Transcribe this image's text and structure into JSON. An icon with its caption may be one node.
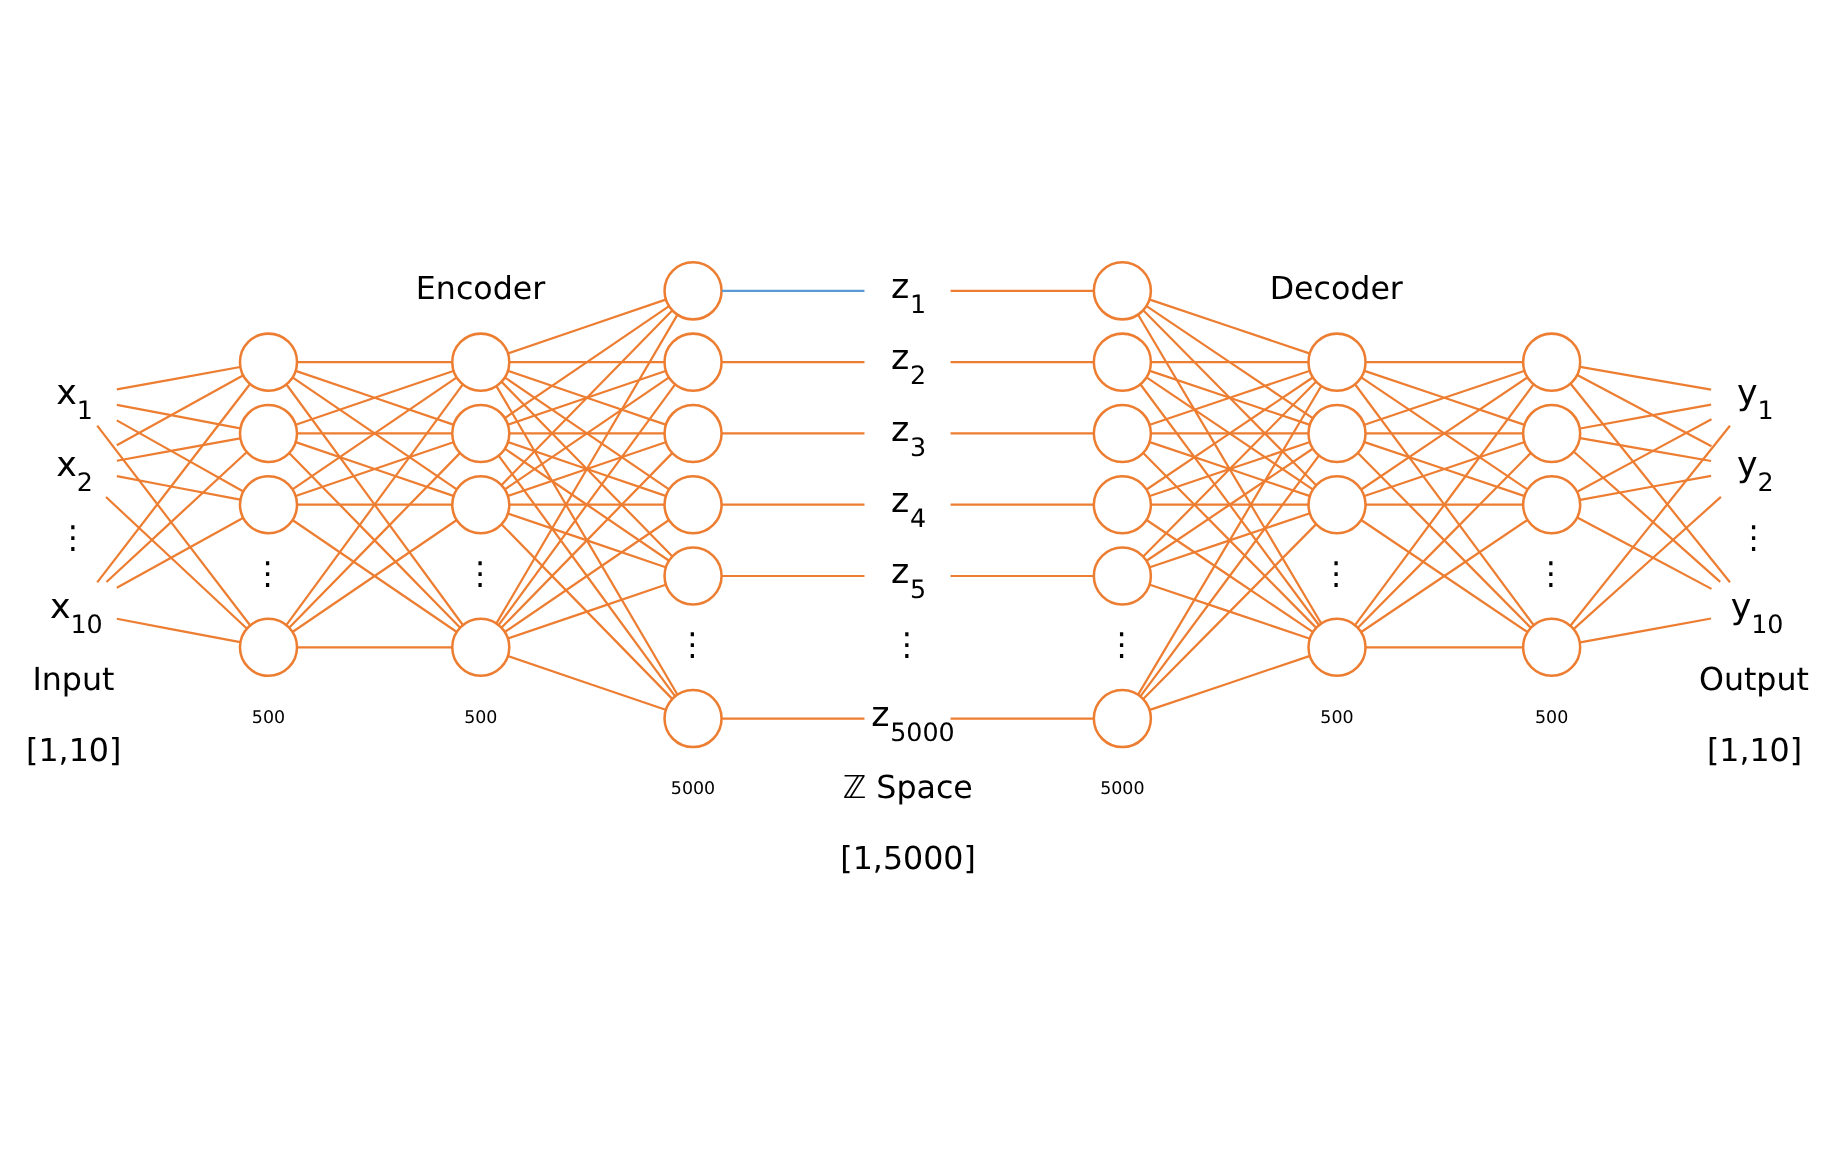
{
  "diagram": {
    "nodes": [
      {
        "text": [
          "x$_{1}$"
        ]
      },
      {
        "text": [
          "x$_{2}$"
        ]
      },
      {
        "text": [
          "x$_{10}$"
        ]
      },
      {
        "text": [],
        "shape": "circle"
      },
      {
        "text": [],
        "shape": "circle"
      },
      {
        "text": [],
        "shape": "circle"
      },
      {
        "text": [],
        "shape": "circle"
      },
      {
        "text": [],
        "shape": "circle"
      },
      {
        "text": [],
        "shape": "circle"
      },
      {
        "text": [],
        "shape": "circle"
      },
      {
        "text": [],
        "shape": "circle"
      },
      {
        "text": [],
        "shape": "circle"
      },
      {
        "text": [],
        "shape": "circle"
      },
      {
        "text": [],
        "shape": "circle"
      },
      {
        "text": [],
        "shape": "circle"
      },
      {
        "text": [],
        "shape": "circle"
      },
      {
        "text": [],
        "shape": "circle"
      },
      {
        "text": [
          "z$_{1}$"
        ]
      },
      {
        "text": [
          "z$_{2}$"
        ]
      },
      {
        "text": [
          "z$_{3}$"
        ]
      },
      {
        "text": [
          "z$_{4}$"
        ]
      },
      {
        "text": [
          "z$_{5}$"
        ]
      },
      {
        "text": [
          "z$_{5000}$"
        ]
      },
      {
        "text": [],
        "shape": "circle"
      },
      {
        "text": [],
        "shape": "circle"
      },
      {
        "text": [],
        "shape": "circle"
      },
      {
        "text": [],
        "shape": "circle"
      },
      {
        "text": [],
        "shape": "circle"
      },
      {
        "text": [],
        "shape": "circle"
      },
      {
        "text": [],
        "shape": "circle"
      },
      {
        "text": [],
        "shape": "circle"
      },
      {
        "text": [],
        "shape": "circle"
      },
      {
        "text": [],
        "shape": "circle"
      },
      {
        "text": [],
        "shape": "circle"
      },
      {
        "text": [],
        "shape": "circle"
      },
      {
        "text": [],
        "shape": "circle"
      },
      {
        "text": [],
        "shape": "circle"
      },
      {
        "text": [
          "y$_{1}$"
        ]
      },
      {
        "text": [
          "y$_{2}$"
        ]
      },
      {
        "text": [
          "y$_{10}$"
        ]
      }
    ],
    "edges": [
      {
        "from": 0,
        "to": 3,
        "arrow": "none"
      },
      {
        "from": 0,
        "to": 4,
        "arrow": "none"
      },
      {
        "from": 0,
        "to": 5,
        "arrow": "none"
      },
      {
        "from": 0,
        "to": 6,
        "arrow": "none"
      },
      {
        "from": 1,
        "to": 3,
        "arrow": "none"
      },
      {
        "from": 1,
        "to": 4,
        "arrow": "none"
      },
      {
        "from": 1,
        "to": 5,
        "arrow": "none"
      },
      {
        "from": 1,
        "to": 6,
        "arrow": "none"
      },
      {
        "from": 2,
        "to": 3,
        "arrow": "none"
      },
      {
        "from": 2,
        "to": 4,
        "arrow": "none"
      },
      {
        "from": 2,
        "to": 5,
        "arrow": "none"
      },
      {
        "from": 2,
        "to": 6,
        "arrow": "none"
      },
      {
        "from": 3,
        "to": 7,
        "arrow": "none"
      },
      {
        "from": 3,
        "to": 8,
        "arrow": "none"
      },
      {
        "from": 3,
        "to": 9,
        "arrow": "none"
      },
      {
        "from": 3,
        "to": 10,
        "arrow": "none"
      },
      {
        "from": 4,
        "to": 7,
        "arrow": "none"
      },
      {
        "from": 4,
        "to": 8,
        "arrow": "none"
      },
      {
        "from": 4,
        "to": 9,
        "arrow": "none"
      },
      {
        "from": 4,
        "to": 10,
        "arrow": "none"
      },
      {
        "from": 5,
        "to": 7,
        "arrow": "none"
      },
      {
        "from": 5,
        "to": 8,
        "arrow": "none"
      },
      {
        "from": 5,
        "to": 9,
        "arrow": "none"
      },
      {
        "from": 5,
        "to": 10,
        "arrow": "none"
      },
      {
        "from": 6,
        "to": 7,
        "arrow": "none"
      },
      {
        "from": 6,
        "to": 8,
        "arrow": "none"
      },
      {
        "from": 6,
        "to": 9,
        "arrow": "none"
      },
      {
        "from": 6,
        "to": 10,
        "arrow": "none"
      },
      {
        "from": 7,
        "to": 11,
        "arrow": "none"
      },
      {
        "from": 7,
        "to": 12,
        "arrow": "none"
      },
      {
        "from": 7,
        "to": 13,
        "arrow": "none"
      },
      {
        "from": 7,
        "to": 14,
        "arrow": "none"
      },
      {
        "from": 7,
        "to": 15,
        "arrow": "none"
      },
      {
        "from": 7,
        "to": 16,
        "arrow": "none"
      },
      {
        "from": 8,
        "to": 11,
        "arrow": "none"
      },
      {
        "from": 8,
        "to": 12,
        "arrow": "none"
      },
      {
        "from": 8,
        "to": 13,
        "arrow": "none"
      },
      {
        "from": 8,
        "to": 14,
        "arrow": "none"
      },
      {
        "from": 8,
        "to": 15,
        "arrow": "none"
      },
      {
        "from": 8,
        "to": 16,
        "arrow": "none"
      },
      {
        "from": 9,
        "to": 11,
        "arrow": "none"
      },
      {
        "from": 9,
        "to": 12,
        "arrow": "none"
      },
      {
        "from": 9,
        "to": 13,
        "arrow": "none"
      },
      {
        "from": 9,
        "to": 14,
        "arrow": "none"
      },
      {
        "from": 9,
        "to": 15,
        "arrow": "none"
      },
      {
        "from": 9,
        "to": 16,
        "arrow": "none"
      },
      {
        "from": 10,
        "to": 11,
        "arrow": "none"
      },
      {
        "from": 10,
        "to": 12,
        "arrow": "none"
      },
      {
        "from": 10,
        "to": 13,
        "arrow": "none"
      },
      {
        "from": 10,
        "to": 14,
        "arrow": "none"
      },
      {
        "from": 10,
        "to": 15,
        "arrow": "none"
      },
      {
        "from": 10,
        "to": 16,
        "arrow": "none"
      },
      {
        "from": 11,
        "to": 17,
        "arrow": "none",
        "color": "#5b9bd5"
      },
      {
        "from": 12,
        "to": 18,
        "arrow": "none"
      },
      {
        "from": 13,
        "to": 19,
        "arrow": "none"
      },
      {
        "from": 14,
        "to": 20,
        "arrow": "none"
      },
      {
        "from": 15,
        "to": 21,
        "arrow": "none"
      },
      {
        "from": 16,
        "to": 22,
        "arrow": "none"
      },
      {
        "from": 17,
        "to": 23,
        "arrow": "none"
      },
      {
        "from": 18,
        "to": 24,
        "arrow": "none"
      },
      {
        "from": 19,
        "to": 25,
        "arrow": "none"
      },
      {
        "from": 20,
        "to": 26,
        "arrow": "none"
      },
      {
        "from": 21,
        "to": 27,
        "arrow": "none"
      },
      {
        "from": 22,
        "to": 28,
        "arrow": "none"
      },
      {
        "from": 23,
        "to": 29,
        "arrow": "none"
      },
      {
        "from": 23,
        "to": 30,
        "arrow": "none"
      },
      {
        "from": 23,
        "to": 31,
        "arrow": "none"
      },
      {
        "from": 23,
        "to": 32,
        "arrow": "none"
      },
      {
        "from": 24,
        "to": 29,
        "arrow": "none"
      },
      {
        "from": 24,
        "to": 30,
        "arrow": "none"
      },
      {
        "from": 24,
        "to": 31,
        "arrow": "none"
      },
      {
        "from": 24,
        "to": 32,
        "arrow": "none"
      },
      {
        "from": 25,
        "to": 29,
        "arrow": "none"
      },
      {
        "from": 25,
        "to": 30,
        "arrow": "none"
      },
      {
        "from": 25,
        "to": 31,
        "arrow": "none"
      },
      {
        "from": 25,
        "to": 32,
        "arrow": "none"
      },
      {
        "from": 26,
        "to": 29,
        "arrow": "none"
      },
      {
        "from": 26,
        "to": 30,
        "arrow": "none"
      },
      {
        "from": 26,
        "to": 31,
        "arrow": "none"
      },
      {
        "from": 26,
        "to": 32,
        "arrow": "none"
      },
      {
        "from": 27,
        "to": 29,
        "arrow": "none"
      },
      {
        "from": 27,
        "to": 30,
        "arrow": "none"
      },
      {
        "from": 27,
        "to": 31,
        "arrow": "none"
      },
      {
        "from": 27,
        "to": 32,
        "arrow": "none"
      },
      {
        "from": 28,
        "to": 29,
        "arrow": "none"
      },
      {
        "from": 28,
        "to": 30,
        "arrow": "none"
      },
      {
        "from": 28,
        "to": 31,
        "arrow": "none"
      },
      {
        "from": 28,
        "to": 32,
        "arrow": "none"
      },
      {
        "from": 29,
        "to": 33,
        "arrow": "none"
      },
      {
        "from": 29,
        "to": 34,
        "arrow": "none"
      },
      {
        "from": 29,
        "to": 35,
        "arrow": "none"
      },
      {
        "from": 29,
        "to": 36,
        "arrow": "none"
      },
      {
        "from": 30,
        "to": 33,
        "arrow": "none"
      },
      {
        "from": 30,
        "to": 34,
        "arrow": "none"
      },
      {
        "from": 30,
        "to": 35,
        "arrow": "none"
      },
      {
        "from": 30,
        "to": 36,
        "arrow": "none"
      },
      {
        "from": 31,
        "to": 33,
        "arrow": "none"
      },
      {
        "from": 31,
        "to": 34,
        "arrow": "none"
      },
      {
        "from": 31,
        "to": 35,
        "arrow": "none"
      },
      {
        "from": 31,
        "to": 36,
        "arrow": "none"
      },
      {
        "from": 32,
        "to": 33,
        "arrow": "none"
      },
      {
        "from": 32,
        "to": 34,
        "arrow": "none"
      },
      {
        "from": 32,
        "to": 35,
        "arrow": "none"
      },
      {
        "from": 32,
        "to": 36,
        "arrow": "none"
      },
      {
        "from": 33,
        "to": 37,
        "arrow": "none"
      },
      {
        "from": 33,
        "to": 38,
        "arrow": "none"
      },
      {
        "from": 33,
        "to": 39,
        "arrow": "none"
      },
      {
        "from": 34,
        "to": 37,
        "arrow": "none"
      },
      {
        "from": 34,
        "to": 38,
        "arrow": "none"
      },
      {
        "from": 34,
        "to": 39,
        "arrow": "none"
      },
      {
        "from": 35,
        "to": 37,
        "arrow": "none"
      },
      {
        "from": 35,
        "to": 38,
        "arrow": "none"
      },
      {
        "from": 35,
        "to": 39,
        "arrow": "none"
      },
      {
        "from": 36,
        "to": 37,
        "arrow": "none"
      },
      {
        "from": 36,
        "to": 38,
        "arrow": "none"
      },
      {
        "from": 36,
        "to": 39,
        "arrow": "none"
      }
    ],
    "labels": [
      "Encoder",
      "Decoder",
      "⋮",
      "⋮",
      "⋮",
      "⋮",
      "⋮",
      "⋮",
      "⋮",
      "⋮",
      "⋮",
      "500",
      "500",
      "500",
      "500",
      "5000",
      "5000",
      "Input",
      "ℤ Space",
      "Output",
      "[1,10]",
      "[1,5000]",
      "[1,10]"
    ]
  }
}
